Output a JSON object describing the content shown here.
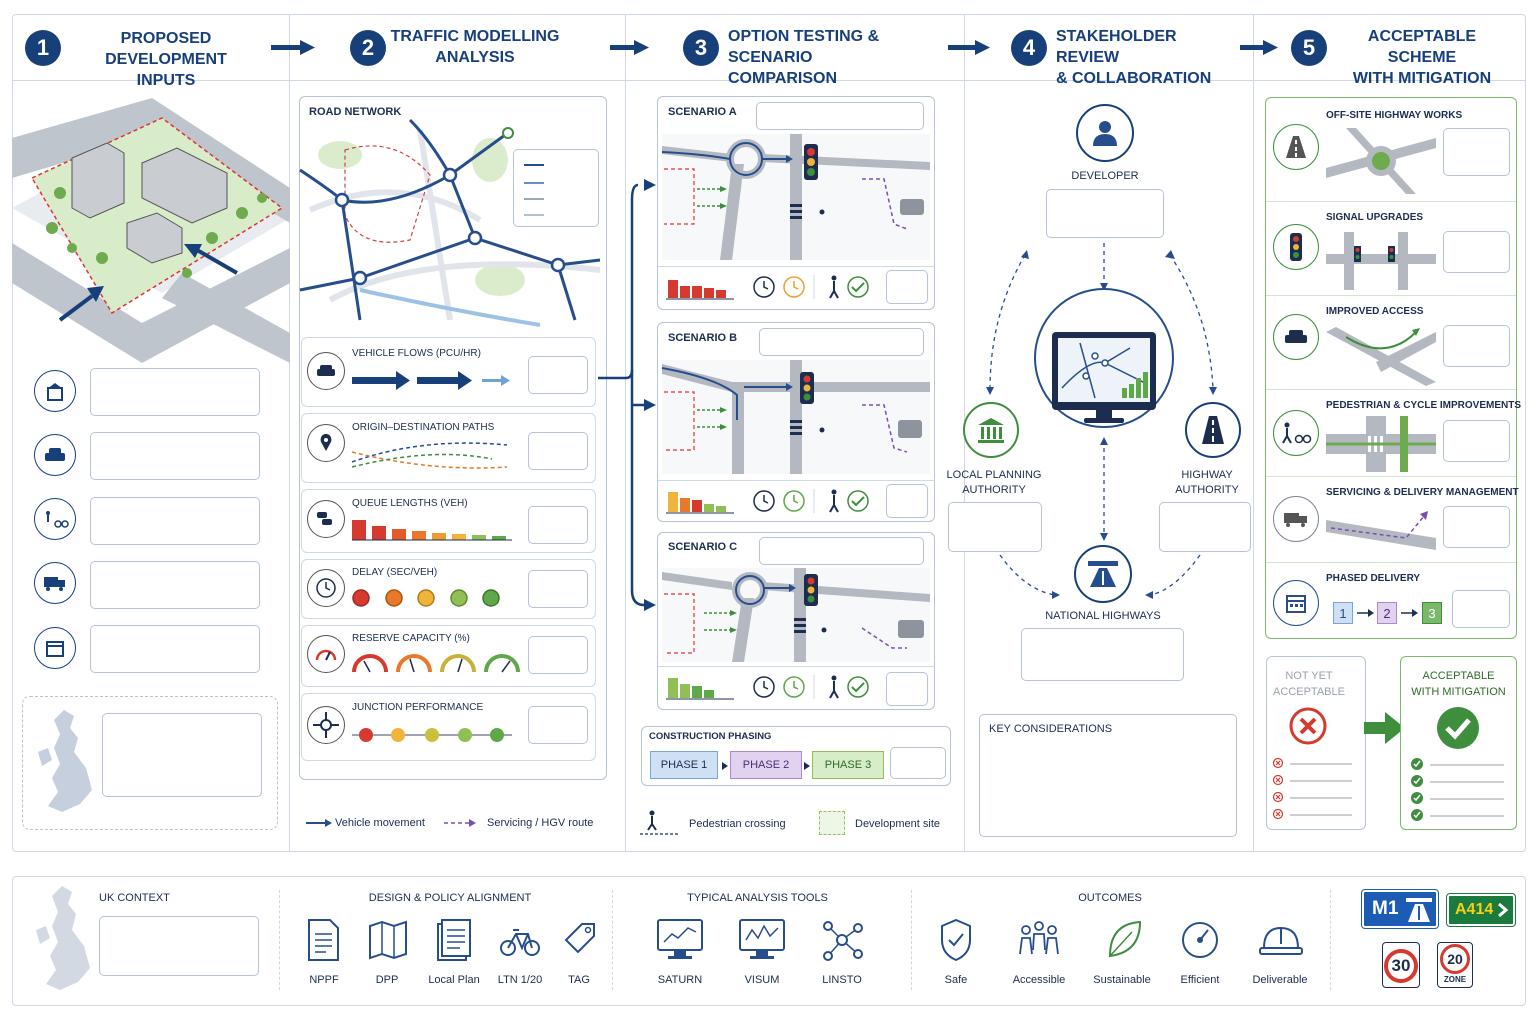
{
  "steps": [
    {
      "num": "1",
      "title_l1": "PROPOSED DEVELOPMENT",
      "title_l2": "INPUTS"
    },
    {
      "num": "2",
      "title_l1": "TRAFFIC MODELLING",
      "title_l2": "ANALYSIS"
    },
    {
      "num": "3",
      "title_l1": "OPTION TESTING &",
      "title_l2": "SCENARIO COMPARISON"
    },
    {
      "num": "4",
      "title_l1": "STAKEHOLDER REVIEW",
      "title_l2": "& COLLABORATION"
    },
    {
      "num": "5",
      "title_l1": "ACCEPTABLE SCHEME",
      "title_l2": "WITH MITIGATION"
    }
  ],
  "analysis": {
    "road_network": "ROAD NETWORK",
    "metrics": [
      "VEHICLE FLOWS (PCU/HR)",
      "ORIGIN–DESTINATION PATHS",
      "QUEUE LENGTHS (VEH)",
      "DELAY (SEC/VEH)",
      "RESERVE CAPACITY (%)",
      "JUNCTION PERFORMANCE"
    ]
  },
  "scenarios": [
    "SCENARIO A",
    "SCENARIO B",
    "SCENARIO C"
  ],
  "construction": {
    "title": "CONSTRUCTION PHASING",
    "phases": [
      "PHASE 1",
      "PHASE 2",
      "PHASE 3"
    ]
  },
  "stakeholders": {
    "developer": "DEVELOPER",
    "lpa_l1": "LOCAL PLANNING",
    "lpa_l2": "AUTHORITY",
    "ha_l1": "HIGHWAY",
    "ha_l2": "AUTHORITY",
    "nh": "NATIONAL HIGHWAYS",
    "key": "KEY CONSIDERATIONS"
  },
  "mitigation": {
    "items": [
      "OFF-SITE HIGHWAY WORKS",
      "SIGNAL UPGRADES",
      "IMPROVED ACCESS",
      "PEDESTRIAN & CYCLE IMPROVEMENTS",
      "SERVICING & DELIVERY MANAGEMENT",
      "PHASED DELIVERY"
    ],
    "phase_nums": [
      "1",
      "2",
      "3"
    ],
    "not_yet_l1": "NOT YET",
    "not_yet_l2": "ACCEPTABLE",
    "accept_l1": "ACCEPTABLE",
    "accept_l2": "WITH MITIGATION"
  },
  "legend": {
    "vehicle": "Vehicle movement",
    "servicing": "Servicing / HGV route",
    "ped": "Pedestrian crossing",
    "site": "Development site"
  },
  "footer": {
    "uk": "UK CONTEXT",
    "policy_title": "DESIGN & POLICY ALIGNMENT",
    "policy": [
      "NPPF",
      "DPP",
      "Local Plan",
      "LTN 1/20",
      "TAG"
    ],
    "tools_title": "TYPICAL ANALYSIS TOOLS",
    "tools": [
      "SATURN",
      "VISUM",
      "LINSTO"
    ],
    "outcomes_title": "OUTCOMES",
    "outcomes": [
      "Safe",
      "Accessible",
      "Sustainable",
      "Efficient",
      "Deliverable"
    ],
    "signs": {
      "m1": "M1",
      "a414": "A414",
      "s30": "30",
      "s20": "20",
      "zone": "ZONE"
    }
  },
  "colors": {
    "navy": "#173f7a",
    "green": "#3e8e3e",
    "purple": "#7b4fb0"
  }
}
